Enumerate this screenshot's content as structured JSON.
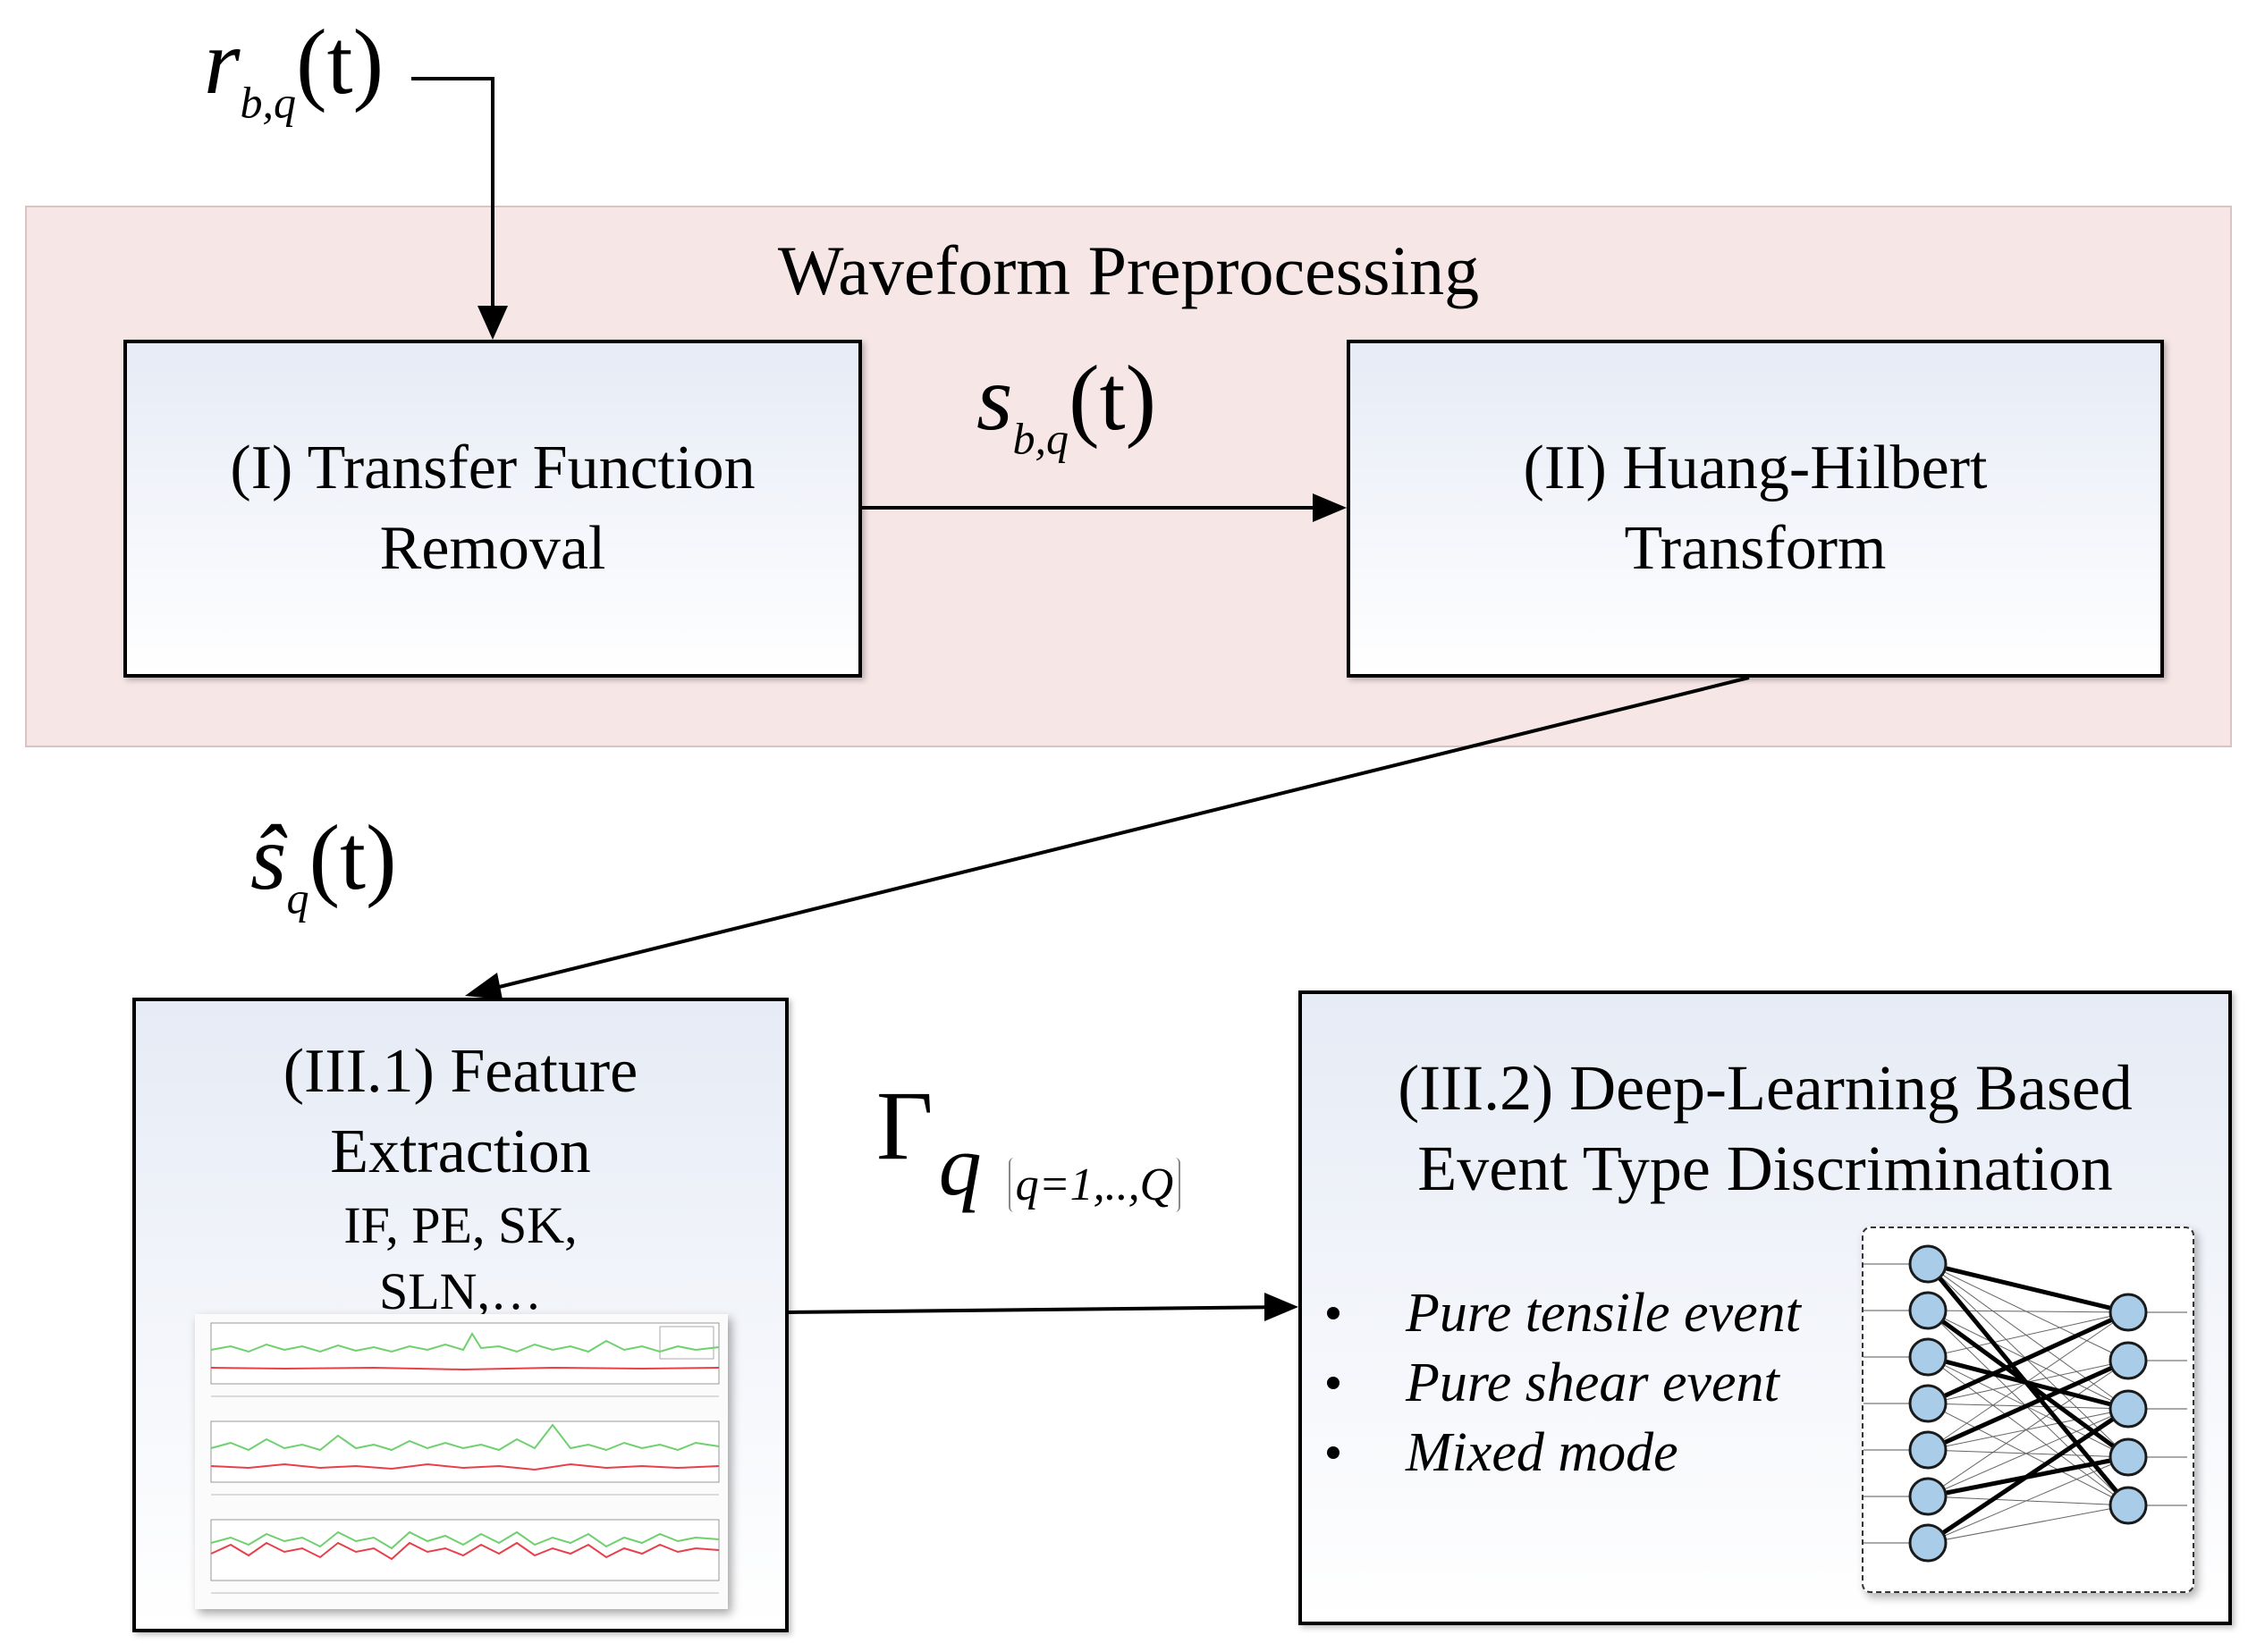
{
  "inputs": {
    "r": {
      "base": "r",
      "sub": "b,q",
      "arg": "(t)"
    },
    "s": {
      "base": "s",
      "sub": "b,q",
      "arg": "(t)"
    },
    "s_hat": {
      "base": "ŝ",
      "sub": "q",
      "arg": "(t)"
    },
    "gamma": {
      "base": "Γ",
      "sub": "q",
      "range": "q=1,..,Q"
    }
  },
  "group": {
    "title": "Waveform Preprocessing",
    "fill": "#f6e6e6"
  },
  "boxes": {
    "b1": {
      "line1": "(I) Transfer Function",
      "line2": "Removal"
    },
    "b2": {
      "line1": "(II) Huang-Hilbert",
      "line2": "Transform"
    },
    "b3": {
      "line1": "(III.1) Feature",
      "line2": "Extraction",
      "line3": "IF, PE, SK,",
      "line4": "SLN,…"
    },
    "b4": {
      "line1": "(III.2) Deep-Learning Based",
      "line2": "Event Type Discrimination"
    }
  },
  "event_types": [
    "Pure tensile event",
    "Pure shear event",
    "Mixed mode"
  ],
  "colors": {
    "box_top": "#e6ebf5",
    "node_fill": "#a9cde8",
    "plot_green": "#6fd06f",
    "plot_red": "#e8404a"
  }
}
